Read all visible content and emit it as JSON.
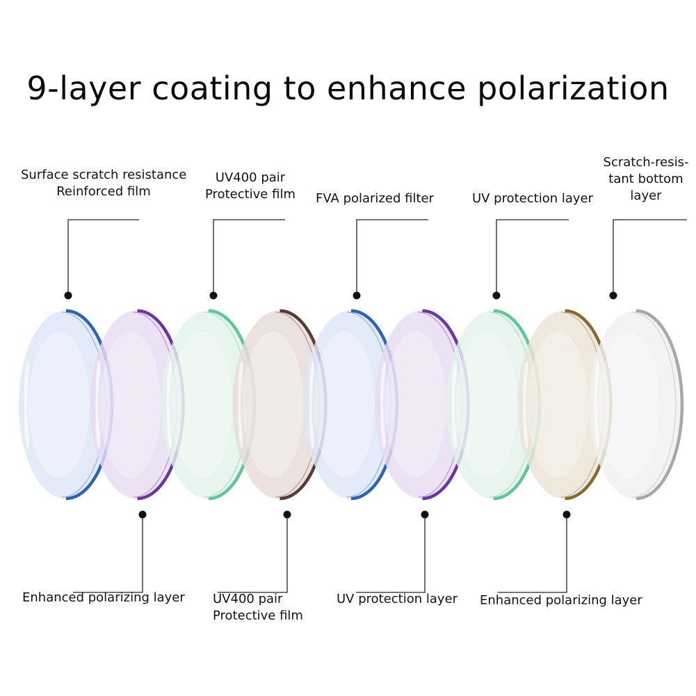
{
  "title": "9-layer coating to enhance polarization",
  "top_labels": [
    {
      "lines": [
        "Surface scratch resistance",
        "Reinforced film"
      ]
    },
    {
      "lines": [
        "UV400 pair",
        "Protective film"
      ]
    },
    {
      "lines": [
        "FVA polarized filter"
      ]
    },
    {
      "lines": [
        "UV protection layer"
      ]
    },
    {
      "lines": [
        "Scratch-resis-",
        "tant bottom",
        "layer"
      ]
    }
  ],
  "bottom_labels": [
    {
      "lines": [
        "Enhanced polarizing layer"
      ]
    },
    {
      "lines": [
        "UV400 pair",
        "Protective film"
      ]
    },
    {
      "lines": [
        "UV protection layer"
      ]
    },
    {
      "lines": [
        "Enhanced polarizing layer"
      ]
    }
  ],
  "layers": [
    {
      "name": "layer-1",
      "fill": "#dde6f7",
      "rim": "#2a63b8"
    },
    {
      "name": "layer-2",
      "fill": "#e6dcf2",
      "rim": "#6a35a8"
    },
    {
      "name": "layer-3",
      "fill": "#e2f3ea",
      "rim": "#5ec79a"
    },
    {
      "name": "layer-4",
      "fill": "#e6dcd8",
      "rim": "#5a3a36"
    },
    {
      "name": "layer-5",
      "fill": "#dde6f7",
      "rim": "#2a63b8"
    },
    {
      "name": "layer-6",
      "fill": "#e6dcf2",
      "rim": "#6a35a8"
    },
    {
      "name": "layer-7",
      "fill": "#e2f3ea",
      "rim": "#5ec79a"
    },
    {
      "name": "layer-8",
      "fill": "#ece4d6",
      "rim": "#8a6a30"
    },
    {
      "name": "layer-9",
      "fill": "#f0f0f0",
      "rim": "#a8a8a8"
    }
  ]
}
